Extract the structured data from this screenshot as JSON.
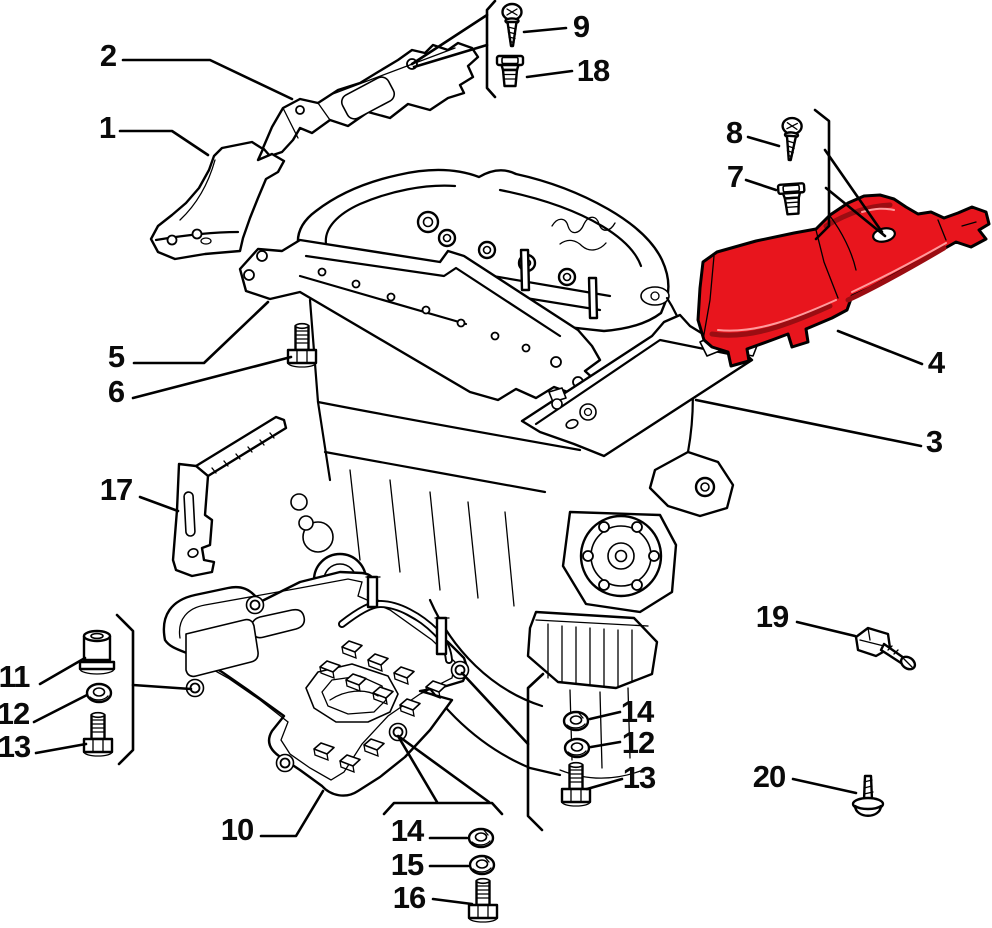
{
  "diagram": {
    "title": "engine heat shields and covers exploded parts diagram",
    "background_color": "#ffffff",
    "line_color": "#000000",
    "highlight_fill": "#e8151d",
    "highlight_dark": "#9b0d12",
    "highlight_light": "#ff9a9c",
    "highlighted_callout": "4",
    "callouts": {
      "c1": {
        "label": "1"
      },
      "c2": {
        "label": "2"
      },
      "c3": {
        "label": "3"
      },
      "c4": {
        "label": "4"
      },
      "c5": {
        "label": "5"
      },
      "c6": {
        "label": "6"
      },
      "c7": {
        "label": "7"
      },
      "c8": {
        "label": "8"
      },
      "c9": {
        "label": "9"
      },
      "c10": {
        "label": "10"
      },
      "c11": {
        "label": "11"
      },
      "c12": {
        "label": "12"
      },
      "c12b": {
        "label": "12"
      },
      "c13": {
        "label": "13"
      },
      "c13b": {
        "label": "13"
      },
      "c14": {
        "label": "14"
      },
      "c14b": {
        "label": "14"
      },
      "c15": {
        "label": "15"
      },
      "c16": {
        "label": "16"
      },
      "c17": {
        "label": "17"
      },
      "c18": {
        "label": "18"
      },
      "c19": {
        "label": "19"
      },
      "c20": {
        "label": "20"
      }
    }
  }
}
